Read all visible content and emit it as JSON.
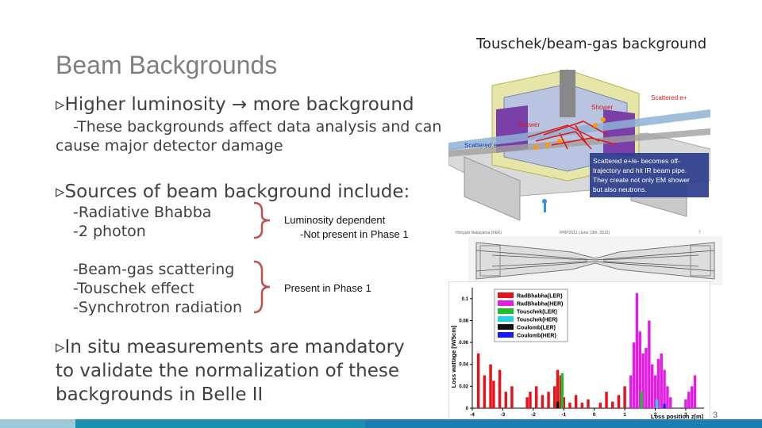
{
  "slide": {
    "title": "Beam Backgrounds",
    "bullets": [
      {
        "text": "▹Higher luminosity → more background"
      },
      {
        "text": "▹Sources of beam background include:"
      },
      {
        "text": "▹In situ measurements are mandatory"
      }
    ],
    "bullet1_sub": [
      "-These backgrounds affect data analysis and can",
      "cause major detector damage"
    ],
    "group1": [
      "-Radiative Bhabba",
      "-2 photon"
    ],
    "group1_note": [
      "Luminosity dependent",
      "-Not present in Phase 1"
    ],
    "group2": [
      "-Beam-gas scattering",
      "-Touschek effect",
      "-Synchrotron radiation"
    ],
    "group2_note": "Present in Phase 1",
    "bullet3_cont": [
      "to validate the normalization of these",
      "backgrounds in Belle II"
    ],
    "page_number": "3"
  },
  "figure": {
    "title": "Touschek/beam-gas background",
    "detector_labels": [
      "Scattered e+",
      "Shower",
      "Shower",
      "Scattered e-"
    ],
    "callout": [
      "Scattered e+/e- becomes off-",
      "trajectory and hit IR beam pipe.",
      "They create not only EM shower",
      "but also neutrons."
    ],
    "credit_left": "Hiroyuki Nakayama (KEK)",
    "credit_mid": "IPRP2011 (June 13th, 2012)",
    "credit_right": "7"
  },
  "chart_data": {
    "type": "bar",
    "ylabel": "Loss wattage [W/5cm]",
    "xlabel": "Loss position z[m]",
    "x_ticks": [
      "-4",
      "-3",
      "-2",
      "-1",
      "0",
      "1",
      "2",
      "3"
    ],
    "y_ticks": [
      "0",
      "0.02",
      "0.04",
      "0.06",
      "0.08",
      "0.1"
    ],
    "xlim": [
      -4,
      3.6
    ],
    "ylim": [
      0,
      0.11
    ],
    "legend_placement": "top-left",
    "series": [
      {
        "name": "RadBhabha(LER)",
        "color": "#e8111b",
        "x": [
          -3.8,
          -3.6,
          -3.4,
          -3.3,
          -3.1,
          -2.9,
          -2.7,
          -2.2,
          -2.1,
          -1.9,
          -1.7,
          -1.5,
          -1.3,
          -1.2,
          -1.1,
          -1.0,
          -0.8,
          -0.6,
          -0.4,
          -0.2,
          0.2,
          0.4,
          0.6,
          0.8,
          1.0
        ],
        "values": [
          0.05,
          0.03,
          0.04,
          0.025,
          0.035,
          0.015,
          0.02,
          0.01,
          0.015,
          0.02,
          0.012,
          0.015,
          0.02,
          0.035,
          0.03,
          0.01,
          0.005,
          0.012,
          0.005,
          0.008,
          0.005,
          0.015,
          0.006,
          0.012,
          0.02
        ]
      },
      {
        "name": "RadBhabha(HER)",
        "color": "#e21ee2",
        "x": [
          1.2,
          1.3,
          1.4,
          1.5,
          1.6,
          1.7,
          1.8,
          1.9,
          2.0,
          2.1,
          2.2,
          2.3,
          2.4,
          2.5,
          3.0,
          3.1,
          3.2,
          3.3
        ],
        "values": [
          0.03,
          0.06,
          0.105,
          0.07,
          0.05,
          0.055,
          0.08,
          0.04,
          0.03,
          0.045,
          0.05,
          0.035,
          0.02,
          0.01,
          0.008,
          0.015,
          0.02,
          0.03
        ]
      },
      {
        "name": "Touschek(LER)",
        "color": "#1fbf2c",
        "x": [
          -1.05,
          1.55
        ],
        "values": [
          0.032,
          0.015
        ]
      },
      {
        "name": "Touschek(HER)",
        "color": "#22d3e0",
        "x": [
          2.05
        ],
        "values": [
          0.008
        ]
      },
      {
        "name": "Coulomb(LER)",
        "color": "#111111",
        "x": [
          -1.2
        ],
        "values": [
          0.006
        ]
      },
      {
        "name": "Coulomb(HER)",
        "color": "#1a1aff",
        "x": [
          2.3
        ],
        "values": [
          0.004
        ]
      }
    ]
  },
  "colors": {
    "accent_red": "#c0504d",
    "title_gray": "#7f7f7f",
    "text_dark": "#404040",
    "bar_teal": "#1a8fb0",
    "bar_blue": "#1f6fb5"
  }
}
